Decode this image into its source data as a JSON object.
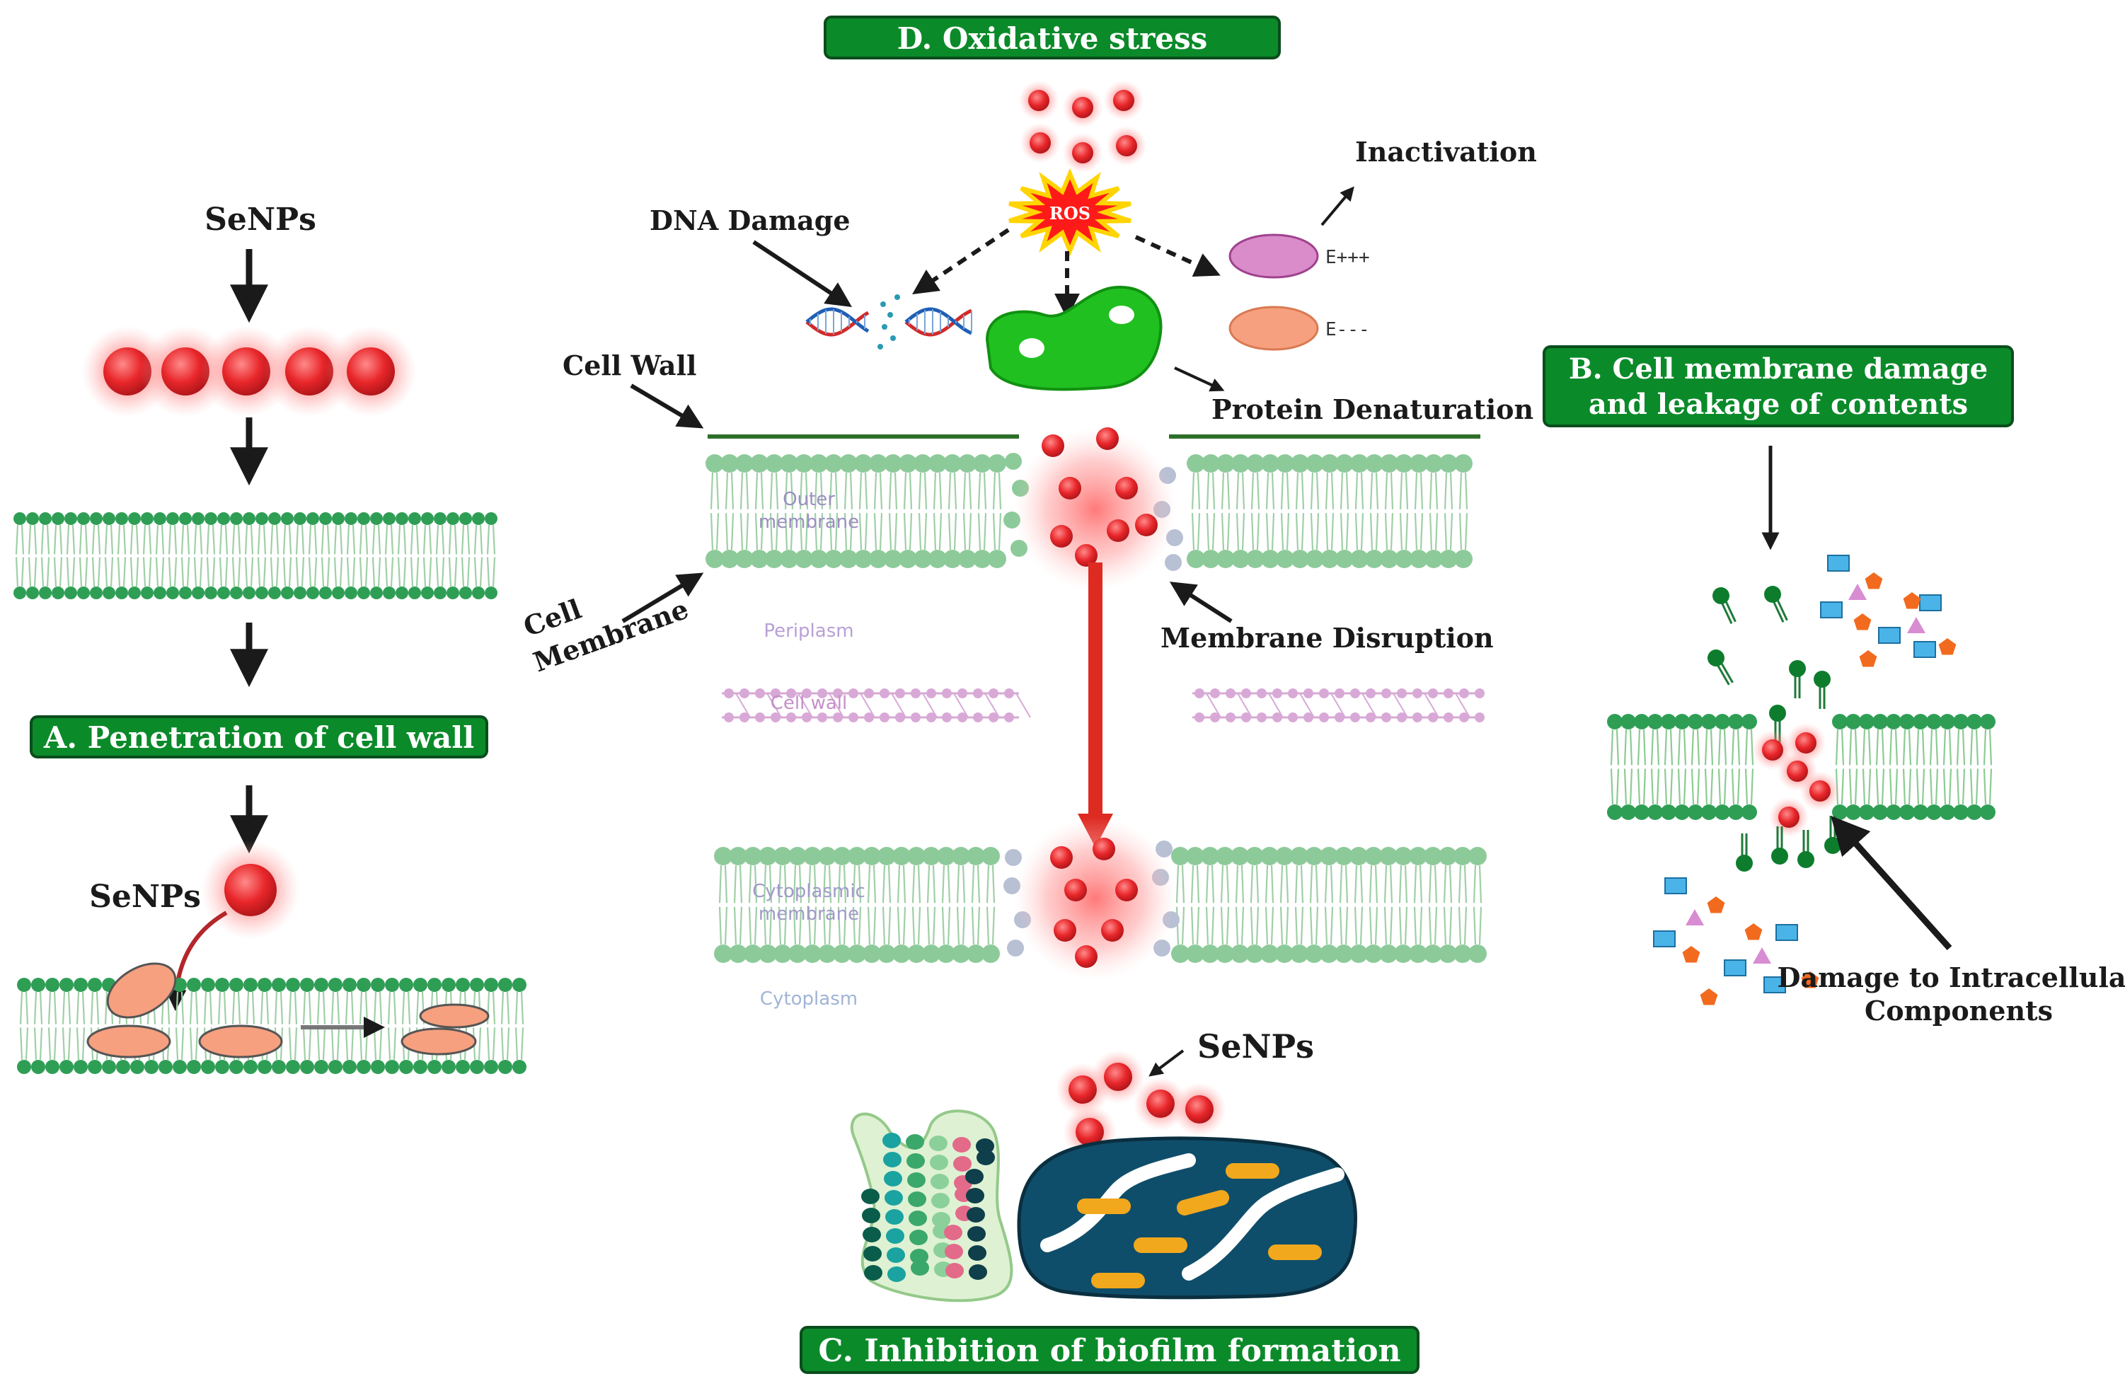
{
  "colors": {
    "header_green": "#0b8a2a",
    "header_border": "#0a4d1c",
    "lipid_head": "#8dca9a",
    "lipid_head_dark": "#2f9e55",
    "lipid_tail": "#9fcfa6",
    "nanoparticle_red": "#e8262a",
    "arrow_red": "#dd2b22",
    "protein_green": "#20c020",
    "biofilm_blue": "#0f4e6a",
    "bacteria_orange": "#f2a81d",
    "enzyme_pink": "#d98cc9",
    "enzyme_salmon": "#f6a07f",
    "cellwall_pink": "#d8a9d6"
  },
  "panels": {
    "a": {
      "title": "A. Penetration of cell wall",
      "senps_top": "SeNPs",
      "senps_bottom": "SeNPs"
    },
    "b": {
      "title_line1": "B. Cell membrane damage",
      "title_line2": "and leakage of contents",
      "damage_line1": "Damage to Intracellular",
      "damage_line2": "Components"
    },
    "c": {
      "title": "C. Inhibition of biofilm formation",
      "senps": "SeNPs"
    },
    "d": {
      "title": "D. Oxidative stress",
      "ros": "ROS",
      "inactivation": "Inactivation",
      "dna_damage": "DNA Damage",
      "protein_denaturation": "Protein Denaturation",
      "enzyme_plus": "E+++",
      "enzyme_minus": "E---"
    }
  },
  "labels": {
    "cell_wall": "Cell Wall",
    "cell_membrane_line1": "Cell",
    "cell_membrane_line2": "Membrane",
    "membrane_disruption": "Membrane Disruption",
    "outer_membrane_line1": "Outer",
    "outer_membrane_line2": "membrane",
    "periplasm": "Periplasm",
    "cell_wall_small": "Cell wall",
    "cytoplasmic_line1": "Cytoplasmic",
    "cytoplasmic_line2": "membrane",
    "cytoplasm": "Cytoplasm"
  }
}
